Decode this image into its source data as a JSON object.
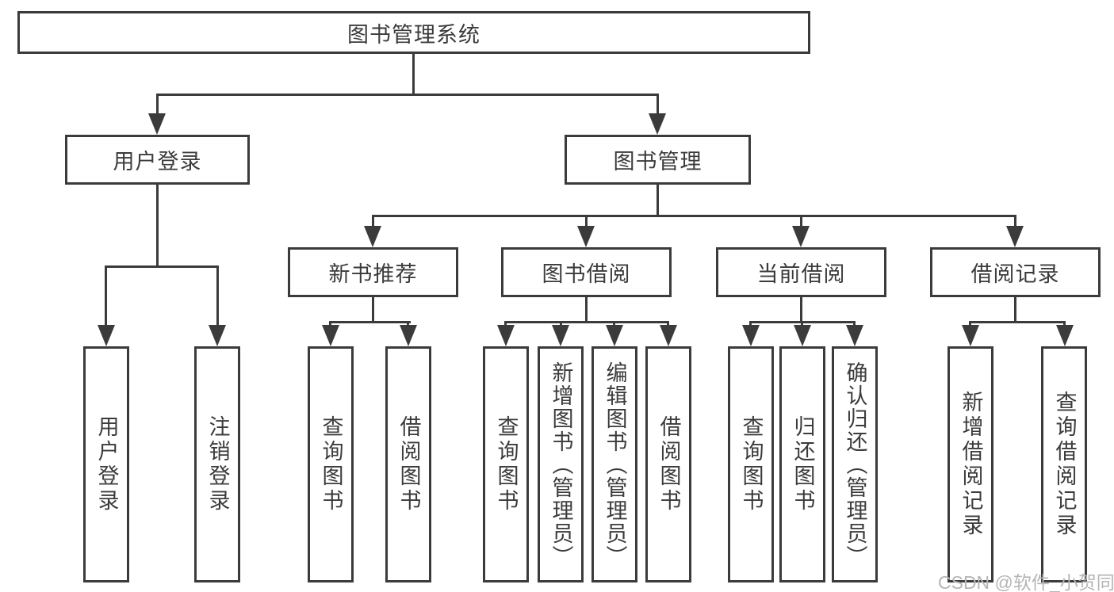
{
  "diagram": {
    "root": {
      "label": "图书管理系统"
    },
    "branches": [
      {
        "label": "用户登录",
        "leaves": [
          {
            "label": "用户登录"
          },
          {
            "label": "注销登录"
          }
        ]
      },
      {
        "label": "图书管理",
        "children": [
          {
            "label": "新书推荐",
            "leaves": [
              {
                "label": "查询图书"
              },
              {
                "label": "借阅图书"
              }
            ]
          },
          {
            "label": "图书借阅",
            "leaves": [
              {
                "label": "查询图书"
              },
              {
                "label": "新增图书（管理员）"
              },
              {
                "label": "编辑图书（管理员）"
              },
              {
                "label": "借阅图书"
              }
            ]
          },
          {
            "label": "当前借阅",
            "leaves": [
              {
                "label": "查询图书"
              },
              {
                "label": "归还图书"
              },
              {
                "label": "确认归还（管理员）"
              }
            ]
          },
          {
            "label": "借阅记录",
            "leaves": [
              {
                "label": "新增借阅记录"
              },
              {
                "label": "查询借阅记录"
              }
            ]
          }
        ]
      }
    ]
  },
  "watermark": {
    "text": "CSDN @软件_小贺同学"
  },
  "colors": {
    "line": "#3b3b3b",
    "text": "#3b3b3b",
    "watermark": "#b5b5b5",
    "background": "#ffffff"
  }
}
